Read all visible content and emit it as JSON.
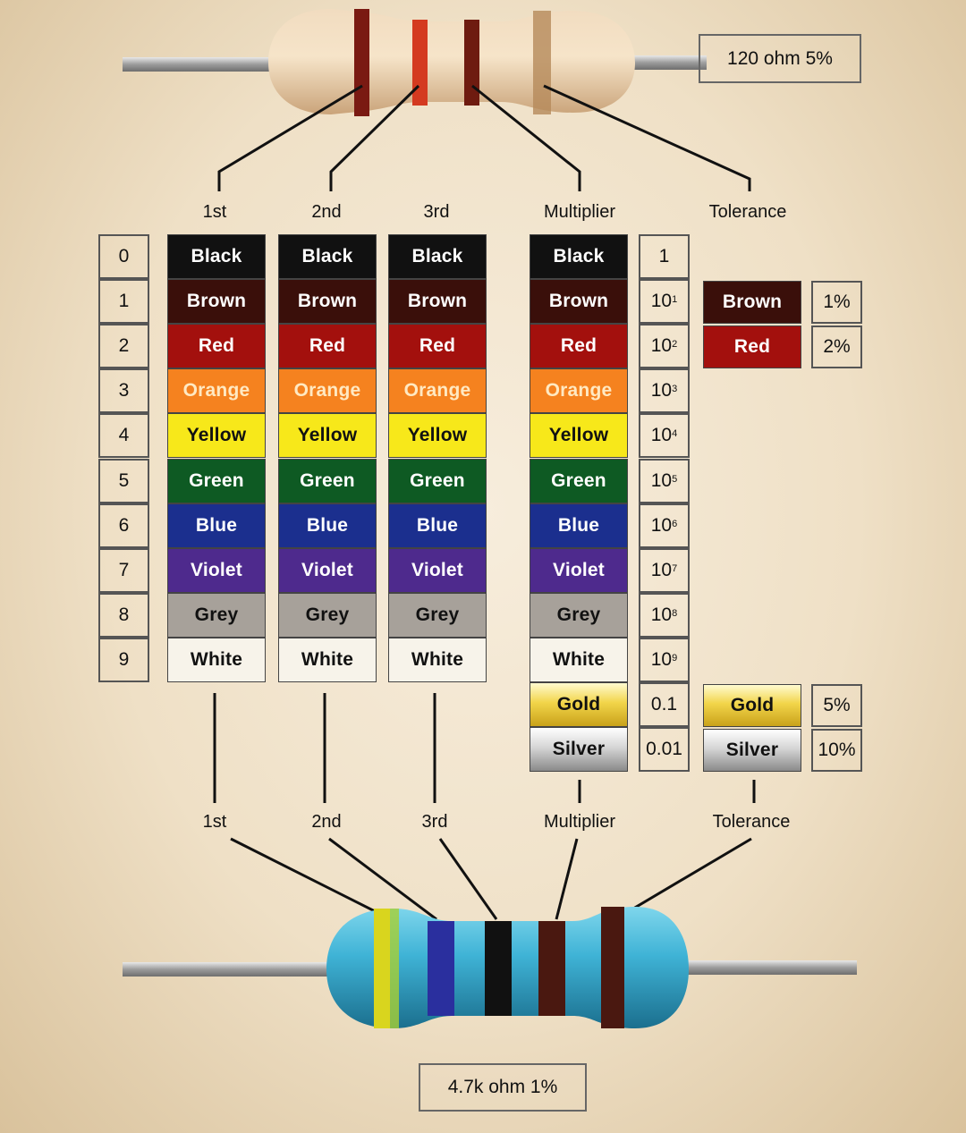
{
  "top_resistor_label": "120 ohm 5%",
  "bottom_resistor_label": "4.7k ohm 1%",
  "headers_top": [
    "1st",
    "2nd",
    "3rd",
    "Multiplier",
    "Tolerance"
  ],
  "headers_bottom": [
    "1st",
    "2nd",
    "3rd",
    "Multiplier",
    "Tolerance"
  ],
  "digits": [
    "0",
    "1",
    "2",
    "3",
    "4",
    "5",
    "6",
    "7",
    "8",
    "9"
  ],
  "colors": [
    {
      "name": "Black",
      "bg": "#111111",
      "fg": "#ffffff"
    },
    {
      "name": "Brown",
      "bg": "#3a0f0a",
      "fg": "#ffffff"
    },
    {
      "name": "Red",
      "bg": "#a3100d",
      "fg": "#ffffff"
    },
    {
      "name": "Orange",
      "bg": "#f5821f",
      "fg": "#ffe9c2"
    },
    {
      "name": "Yellow",
      "bg": "#f7e81a",
      "fg": "#111111"
    },
    {
      "name": "Green",
      "bg": "#0e5a23",
      "fg": "#ffffff"
    },
    {
      "name": "Blue",
      "bg": "#1b2f8e",
      "fg": "#ffffff"
    },
    {
      "name": "Violet",
      "bg": "#4e2a8d",
      "fg": "#ffffff"
    },
    {
      "name": "Grey",
      "bg": "#a7a19a",
      "fg": "#111111"
    },
    {
      "name": "White",
      "bg": "#f7f3ea",
      "fg": "#111111"
    }
  ],
  "multiplier_values": [
    {
      "base": "1",
      "exp": ""
    },
    {
      "base": "10",
      "exp": "1"
    },
    {
      "base": "10",
      "exp": "2"
    },
    {
      "base": "10",
      "exp": "3"
    },
    {
      "base": "10",
      "exp": "4"
    },
    {
      "base": "10",
      "exp": "5"
    },
    {
      "base": "10",
      "exp": "6"
    },
    {
      "base": "10",
      "exp": "7"
    },
    {
      "base": "10",
      "exp": "8"
    },
    {
      "base": "10",
      "exp": "9"
    }
  ],
  "multiplier_extra": [
    {
      "name": "Gold",
      "value": "0.1",
      "style": "gold"
    },
    {
      "name": "Silver",
      "value": "0.01",
      "style": "silver"
    }
  ],
  "tolerance_rows": [
    {
      "name": "Brown",
      "value": "1%",
      "bg": "#3a0f0a",
      "fg": "#ffffff"
    },
    {
      "name": "Red",
      "value": "2%",
      "bg": "#a3100d",
      "fg": "#ffffff"
    },
    {
      "name": "Gold",
      "value": "5%",
      "style": "gold"
    },
    {
      "name": "Silver",
      "value": "10%",
      "style": "silver"
    }
  ],
  "theme": {
    "gold_gradient": [
      "#fffbd0",
      "#f2d54a",
      "#c9a21a"
    ],
    "silver_gradient": [
      "#ffffff",
      "#d6d6d6",
      "#8a8a8a"
    ]
  }
}
